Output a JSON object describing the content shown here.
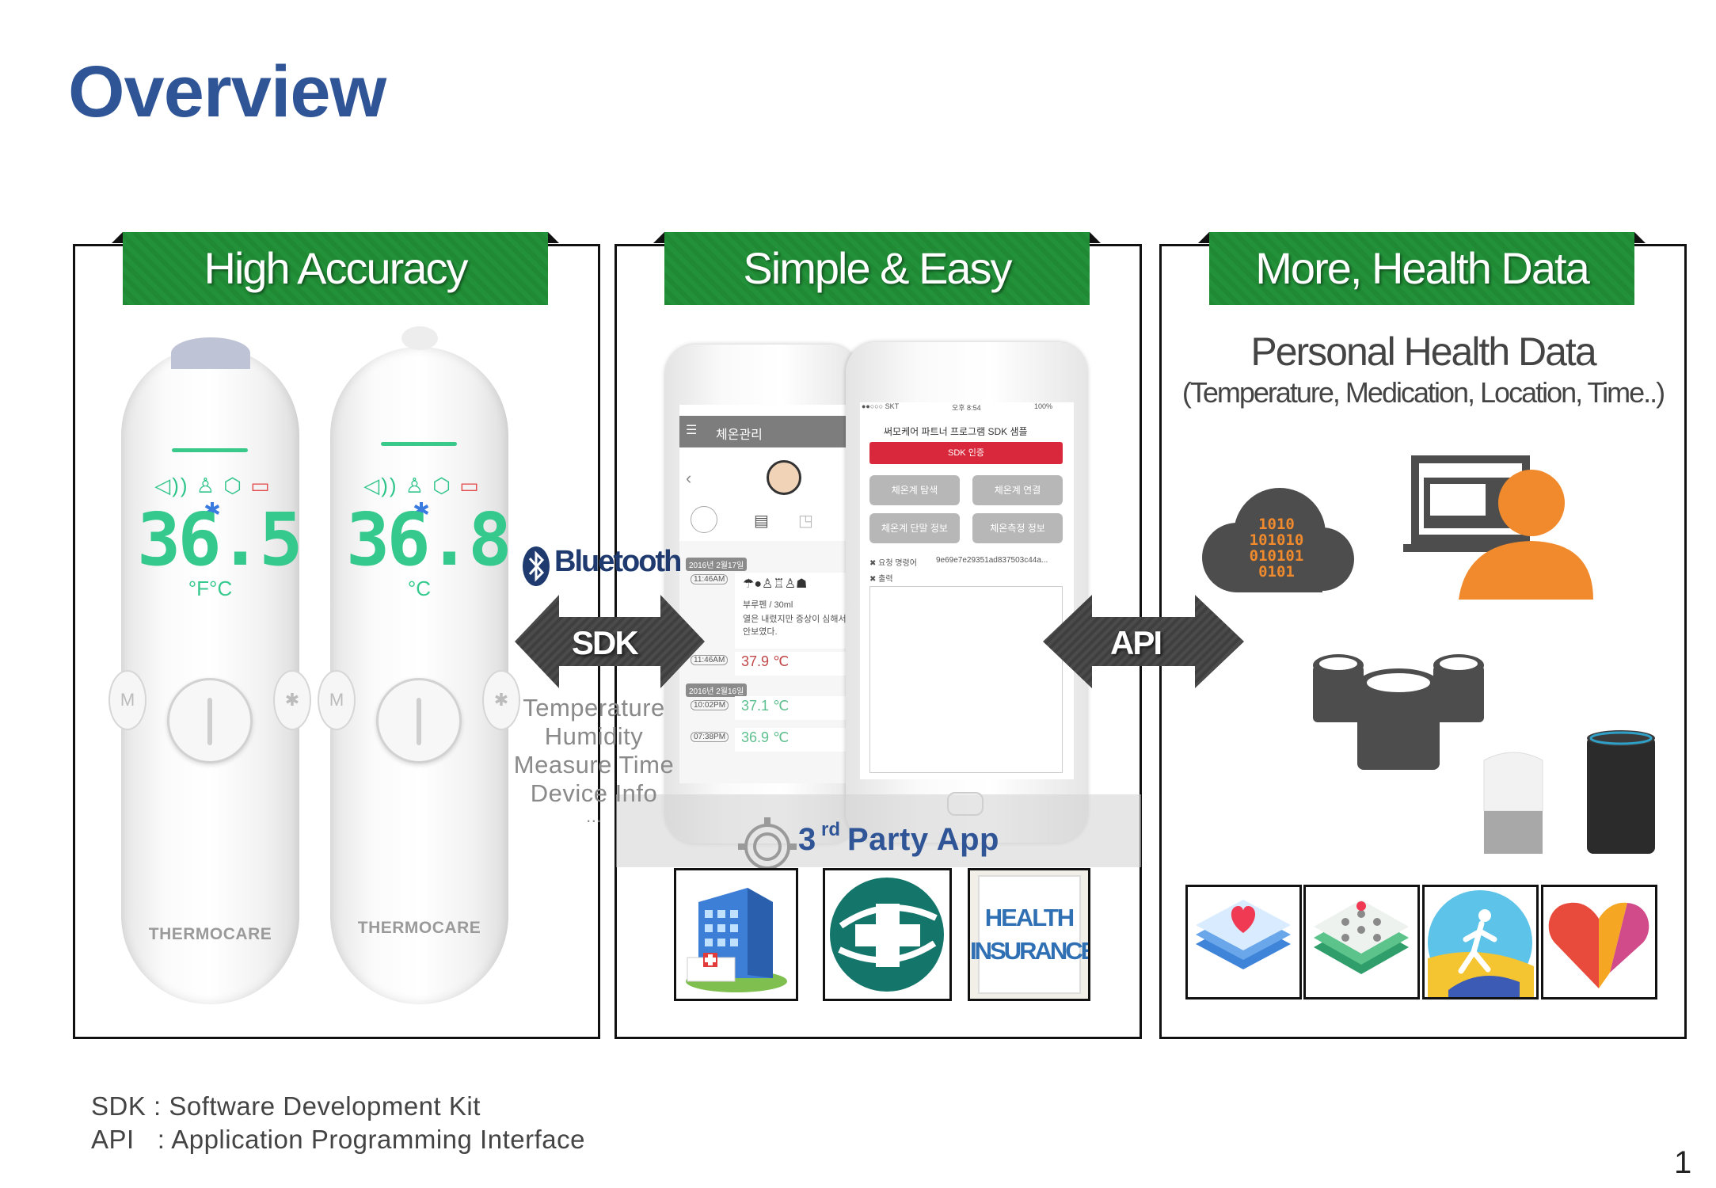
{
  "title": "Overview",
  "panels": {
    "accuracy": {
      "title": "High Accuracy"
    },
    "simple": {
      "title": "Simple & Easy"
    },
    "health": {
      "title": "More, Health Data"
    }
  },
  "thermometers": [
    {
      "reading": "36.5",
      "unit": "°F°C",
      "brand": "THERMOCARE"
    },
    {
      "reading": "36.8",
      "unit": "°C",
      "brand": "THERMOCARE"
    }
  ],
  "bluetooth": {
    "label": "Bluetooth"
  },
  "sdk_arrow": {
    "label": "SDK"
  },
  "api_arrow": {
    "label": "API"
  },
  "sdk_data": [
    "Temperature",
    "Humidity",
    "Measure Time",
    "Device Info",
    "..."
  ],
  "phone_left": {
    "header": "체온관리",
    "date1": "2016년 2월17일",
    "time1": "11:46AM",
    "note_med": "부루펜  / 30ml",
    "note_text1": "열은 내렸지만 증상이 심해서",
    "note_text2": "안보였다.",
    "time2": "11:46AM",
    "temp1": "37.9 ℃",
    "date2": "2016년 2월16일",
    "time3": "10:02PM",
    "temp2": "37.1 ℃",
    "time4": "07:38PM",
    "temp3": "36.9 ℃"
  },
  "phone_right": {
    "status_carrier": "●●○○○ SKT",
    "status_time": "오후 8:54",
    "status_battery": "100%",
    "app_title": "써모케어 파트너 프로그램 SDK 샘플",
    "auth_button": "SDK 인증",
    "btn_search": "체온계 탐색",
    "btn_connect": "체온계 연결",
    "btn_device_info": "체온계 단말 정보",
    "btn_measure_info": "체온측정 정보",
    "request_label": "✖ 요청 명령어",
    "request_value": "9e69e7e29351ad837503c44a...",
    "output_label": "✖ 출력"
  },
  "third_party": {
    "superscript": "rd",
    "prefix": "3",
    "label": "Party App"
  },
  "party_tiles": [
    "hospital-icon",
    "medical-cross-icon"
  ],
  "insurance_tile": {
    "line1": "HEALTH",
    "line2": "INSURANCE"
  },
  "health": {
    "title": "Personal Health Data",
    "subtitle": "(Temperature, Medication, Location, Time..)",
    "cloud_lines": [
      "1010",
      "101010",
      "010101",
      "0101"
    ]
  },
  "health_apps": [
    "apple-health-icon",
    "carekit-icon",
    "google-fit-runner-icon",
    "google-fit-heart-icon"
  ],
  "footer": {
    "sdk": "SDK : Software Development Kit",
    "api": "API   : Application Programming Interface"
  },
  "page_number": "1",
  "colors": {
    "title": "#2f5597",
    "banner": "#1f8a33",
    "accent_orange": "#f08a2c",
    "dark_gray": "#4d4d4d"
  }
}
